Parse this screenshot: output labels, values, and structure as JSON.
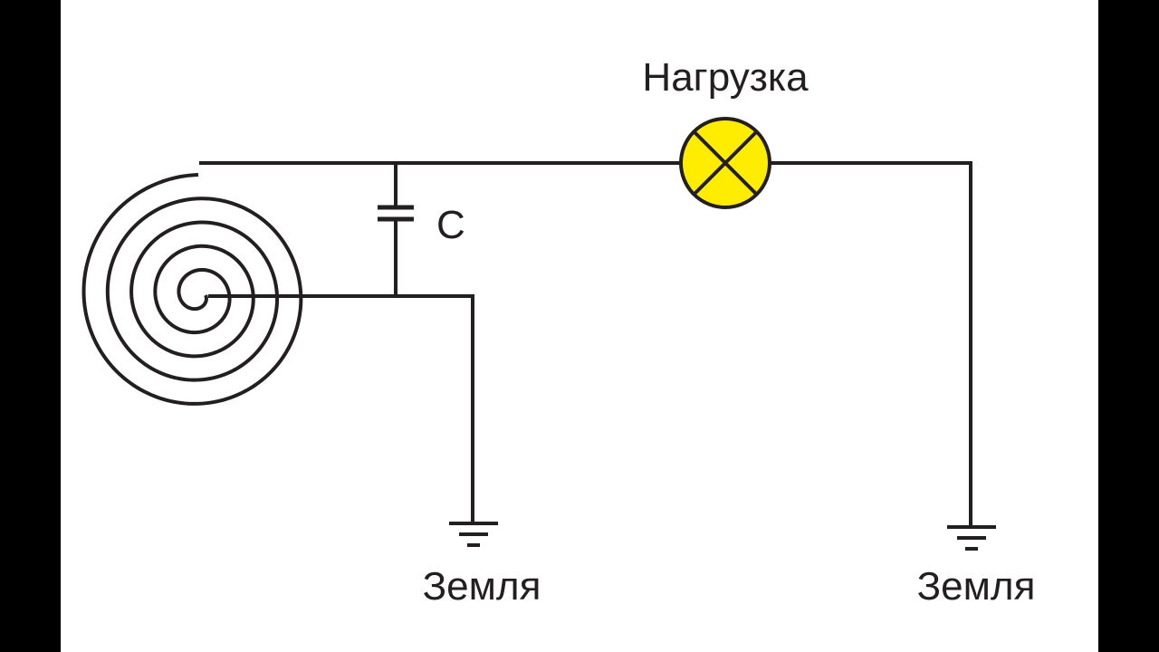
{
  "labels": {
    "load": "Нагрузка",
    "capacitor": "C",
    "ground_left": "Земля",
    "ground_right": "Земля"
  },
  "colors": {
    "background": "#000000",
    "canvas": "#ffffff",
    "wire": "#231f20",
    "lamp_fill": "#ffed00"
  },
  "components": {
    "coil": "flat spiral coil",
    "capacitor": "capacitor-icon",
    "load": "lamp-icon",
    "ground": "ground-icon"
  }
}
